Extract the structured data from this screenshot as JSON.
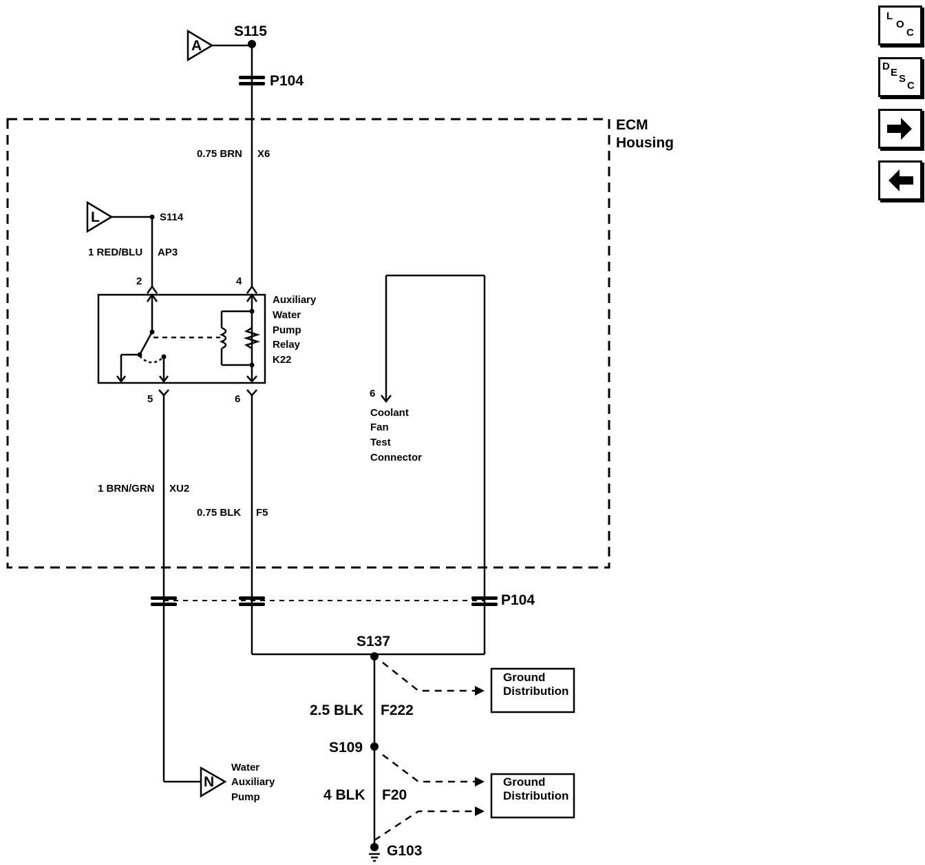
{
  "nav": {
    "loc": {
      "l1": "L",
      "l2": "O",
      "l3": "C"
    },
    "desc": {
      "l1": "D",
      "l2": "E",
      "l3": "S",
      "l4": "C"
    }
  },
  "labels": {
    "s115": "S115",
    "p104_top": "P104",
    "ecm_line1": "ECM",
    "ecm_line2": "Housing",
    "wire_x6": "0.75 BRN",
    "circuit_x6": "X6",
    "s114": "S114",
    "wire_ap3": "1 RED/BLU",
    "circuit_ap3": "AP3",
    "pin2": "2",
    "pin4": "4",
    "pin5": "5",
    "pin6_relay": "6",
    "relay_lines": [
      "Auxiliary",
      "Water",
      "Pump",
      "Relay",
      "K22"
    ],
    "pin6_coolant": "6",
    "coolant_lines": [
      "Coolant",
      "Fan",
      "Test",
      "Connector"
    ],
    "wire_xu2": "1 BRN/GRN",
    "circuit_xu2": "XU2",
    "wire_f5": "0.75 BLK",
    "circuit_f5": "F5",
    "p104_bottom": "P104",
    "s137": "S137",
    "ground_dist_1": [
      "Ground",
      "Distribution"
    ],
    "wire_f222": "2.5 BLK",
    "circuit_f222": "F222",
    "s109": "S109",
    "ground_dist_2": [
      "Ground",
      "Distribution"
    ],
    "wire_f20": "4 BLK",
    "circuit_f20": "F20",
    "g103": "G103",
    "pump_lines": [
      "Water",
      "Auxiliary",
      "Pump"
    ],
    "connector_a": "A",
    "connector_l": "L",
    "connector_n": "N"
  }
}
